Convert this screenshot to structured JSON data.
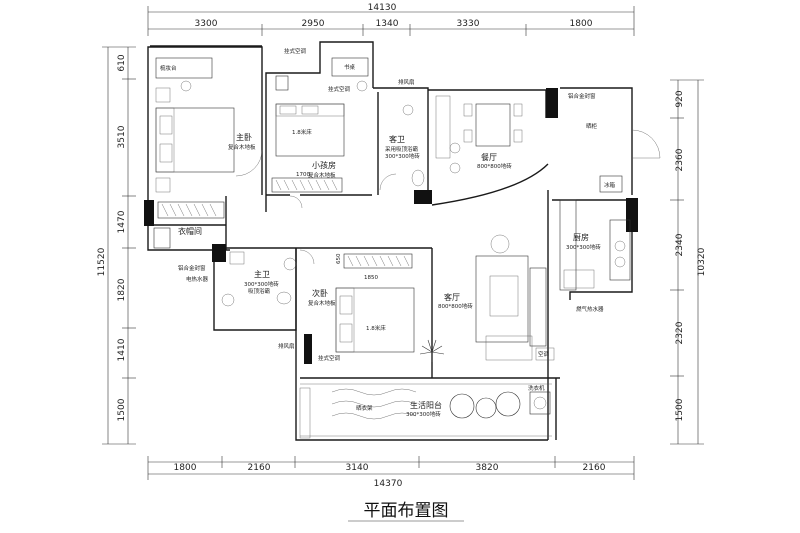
{
  "title": "平面布置图",
  "dims": {
    "top_total": "14130",
    "top": [
      "3300",
      "2950",
      "1340",
      "3330",
      "1800"
    ],
    "bottom_total": "14370",
    "bottom": [
      "1800",
      "2160",
      "3140",
      "3820",
      "2160"
    ],
    "left_total": "11520",
    "left": [
      "610",
      "3510",
      "1470",
      "1820",
      "1410",
      "1500"
    ],
    "right_total": "10320",
    "right": [
      "920",
      "2360",
      "2340",
      "2320",
      "1500"
    ]
  },
  "rooms": {
    "master_bed": "主卧",
    "master_bed_floor": "复合木地板",
    "small_study": "小孩房",
    "small_study_floor": "复合木地板",
    "guest_bath": "客卫",
    "guest_bath_note": "采用吸顶浴霸",
    "guest_bath_tile": "300*300地砖",
    "dining": "餐厅",
    "dining_floor": "800*800地砖",
    "kitchen": "厨房",
    "kitchen_floor": "300*300地砖",
    "cloakroom": "衣帽间",
    "main_bath": "主卫",
    "main_bath_tile": "300*300地砖",
    "main_bath_note": "吸顶浴霸",
    "second_bed": "次卧",
    "second_bed_floor": "复合木地板",
    "living": "客厅",
    "living_floor": "800*800地砖",
    "balcony": "生活阳台",
    "balcony_floor": "300*300地砖"
  },
  "labels": {
    "ac_wall_1": "挂式空调",
    "ac_wall_2": "挂式空调",
    "ac_wall_3": "挂式空调",
    "vanity": "梳妆台",
    "desk": "书桌",
    "bed_18": "1.8米床",
    "bed_18_b": "1.8米床",
    "exhaust_1": "排风扇",
    "exhaust_2": "排风扇",
    "alu_window_1": "铝合金封窗",
    "alu_window_2": "铝合金封窗",
    "heater_elec": "电热水器",
    "heater_gas": "燃气热水器",
    "fridge": "冰箱",
    "washer": "洗衣机",
    "rack": "晒衣架",
    "aircon": "空调",
    "dim_1700": "1700",
    "dim_1850": "1850",
    "dim_650": "650",
    "rack_text": "晒柜"
  }
}
